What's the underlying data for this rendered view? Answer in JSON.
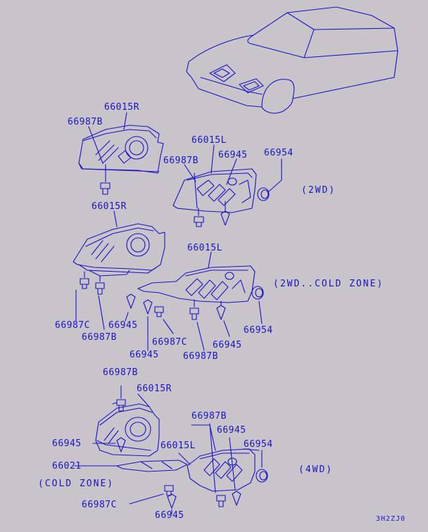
{
  "labels": {
    "g1_66015R": "66015R",
    "g1_66987B_a": "66987B",
    "g1_66015L": "66015L",
    "g1_66987B_b": "66987B",
    "g1_66945": "66945",
    "g1_66954": "66954",
    "g1_cond": "(2WD)",
    "g2_66015R": "66015R",
    "g2_66015L": "66015L",
    "g2_cond": "(2WD..COLD ZONE)",
    "g2_66987C_a": "66987C",
    "g2_66945_a": "66945",
    "g2_66987B_a": "66987B",
    "g2_66945_b": "66945",
    "g2_66987C_b": "66987C",
    "g2_66945_c": "66945",
    "g2_66987B_b": "66987B",
    "g2_66954": "66954",
    "g3_66987B_a": "66987B",
    "g3_66015R": "66015R",
    "g3_66987B_b": "66987B",
    "g3_66945_a": "66945",
    "g3_66015L": "66015L",
    "g3_66954": "66954",
    "g3_66021": "66021",
    "g3_cond_4wd": "(4WD)",
    "g3_cond_cold": "(COLD ZONE)",
    "g3_66987C": "66987C",
    "g3_66945_b": "66945",
    "ref_code": "3H2ZJ0"
  },
  "colors": {
    "ink": "#1a14c8",
    "background": "#c8c4ca"
  }
}
